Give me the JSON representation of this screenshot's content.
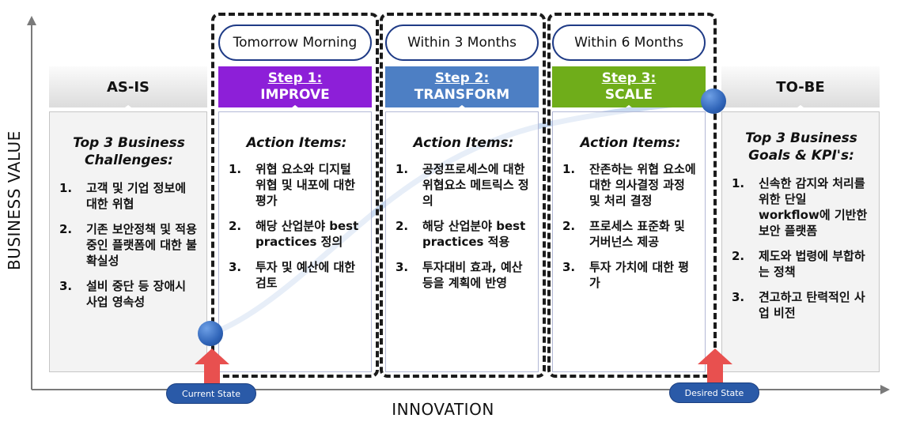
{
  "axes": {
    "y_label": "BUSINESS VALUE",
    "x_label": "INNOVATION"
  },
  "timeframes": [
    "Tomorrow Morning",
    "Within 3 Months",
    "Within 6 Months"
  ],
  "as_is": {
    "header": "AS-IS",
    "title_line1": "Top 3 Business",
    "title_line2": "Challenges:",
    "items": [
      {
        "num": "1.",
        "text": "고객 및 기업 정보에 대한 위협"
      },
      {
        "num": "2.",
        "text": "기존 보안정책 및 적용중인 플랫폼에 대한 불확실성"
      },
      {
        "num": "3.",
        "text": "설비 중단 등 장애시 사업 영속성"
      }
    ]
  },
  "steps": [
    {
      "label": "Step 1:",
      "name": "IMPROVE",
      "color": "#8d1fd8",
      "title": "Action Items:",
      "items": [
        {
          "num": "1.",
          "text": "위협 요소와 디지털 위협 및 내포에 대한 평가"
        },
        {
          "num": "2.",
          "text": "해당 산업분야 best practices 정의"
        },
        {
          "num": "3.",
          "text": "투자 및 예산에 대한 검토"
        }
      ]
    },
    {
      "label": "Step 2:",
      "name": "TRANSFORM",
      "color": "#4d7fc4",
      "title": "Action Items:",
      "items": [
        {
          "num": "1.",
          "text": "공정프로세스에 대한 위협요소 메트릭스 정의"
        },
        {
          "num": "2.",
          "text": "해당 산업분야 best practices 적용"
        },
        {
          "num": "3.",
          "text": "투자대비 효과, 예산 등을 계획에 반영"
        }
      ]
    },
    {
      "label": "Step 3:",
      "name": "SCALE",
      "color": "#6fad1a",
      "title": "Action Items:",
      "items": [
        {
          "num": "1.",
          "text": "잔존하는 위협 요소에 대한 의사결정 과정 및 처리 결정"
        },
        {
          "num": "2.",
          "text": "프로세스 표준화 및 거버넌스 제공"
        },
        {
          "num": "3.",
          "text": "투자 가치에 대한 평가"
        }
      ]
    }
  ],
  "to_be": {
    "header": "TO-BE",
    "title_line1": "Top 3 Business",
    "title_line2": "Goals & KPI's:",
    "items": [
      {
        "num": "1.",
        "text": "신속한 감지와 처리를 위한 단일 workflow에 기반한 보안 플랫폼"
      },
      {
        "num": "2.",
        "text": "제도와 법령에 부합하는 정책"
      },
      {
        "num": "3.",
        "text": "견고하고 탄력적인 사업 비전"
      }
    ]
  },
  "states": {
    "current": "Current State",
    "desired": "Desired State"
  },
  "colors": {
    "curve": "#c9daf0",
    "arrow_up": "#e8504f",
    "node": "#2f64b8",
    "pill_border": "#1f3b86",
    "state_pill": "#2a5aa8"
  }
}
